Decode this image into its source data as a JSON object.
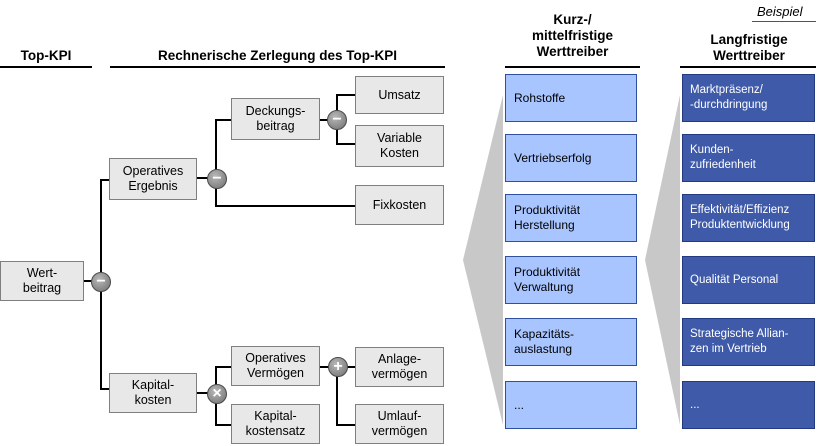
{
  "example_label": "Beispiel",
  "headers": {
    "top_kpi": "Top-KPI",
    "decomposition": "Rechnerische Zerlegung des Top-KPI",
    "short_term": "Kurz-/\nmittelfristige\nWerttreiber",
    "long_term": "Langfristige\nWerttreiber"
  },
  "tree": {
    "root": "Wert-\nbeitrag",
    "operatives_ergebnis": "Operatives\nErgebnis",
    "kapitalkosten": "Kapital-\nkosten",
    "deckungsbeitrag": "Deckungs-\nbeitrag",
    "fixkosten": "Fixkosten",
    "umsatz": "Umsatz",
    "variable_kosten": "Variable\nKosten",
    "operatives_vermoegen": "Operatives\nVermögen",
    "kapitalkostensatz": "Kapital-\nkostensatz",
    "anlagevermoegen": "Anlage-\nvermögen",
    "umlaufvermoegen": "Umlauf-\nvermögen"
  },
  "operators": {
    "minus": "−",
    "times": "×",
    "plus": "+"
  },
  "short_term_drivers": [
    "Rohstoffe",
    "Vertriebserfolg",
    "Produktivität\nHerstellung",
    "Produktivität\nVerwaltung",
    "Kapazitäts-\nauslastung",
    "..."
  ],
  "long_term_drivers": [
    "Marktpräsenz/\n-durchdringung",
    "Kunden-\nzufriedenheit",
    "Effektivität/Effizienz\nProduktentwicklung",
    "Qualität Personal",
    "Strategische Allian-\nzen im Vertrieb",
    "..."
  ],
  "colors": {
    "grey_box": "#e8e8e8",
    "light_blue": "#a9c5ff",
    "dark_blue": "#3f5aa8",
    "arrow_grey": "#c8c8c8"
  }
}
